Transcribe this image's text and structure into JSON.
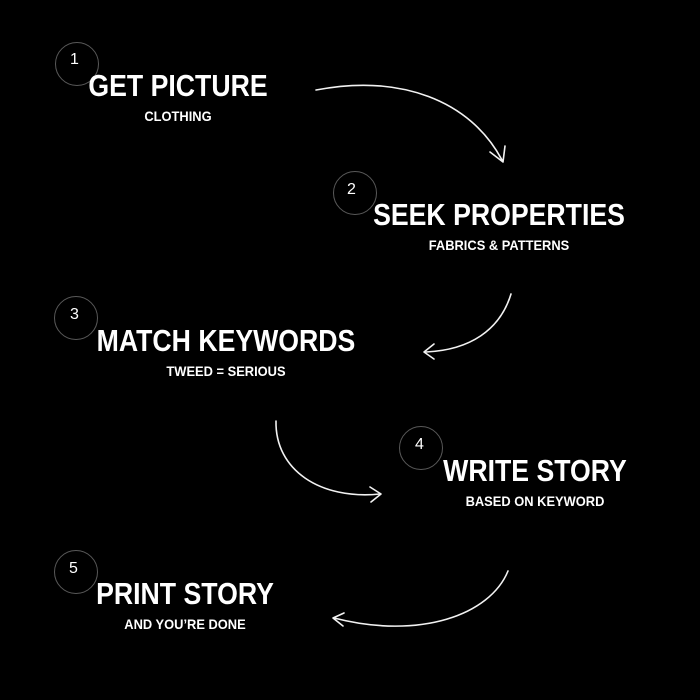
{
  "steps": [
    {
      "number": "1",
      "title": "GET PICTURE",
      "subtitle": "CLOTHING"
    },
    {
      "number": "2",
      "title": "SEEK PROPERTIES",
      "subtitle": "FABRICS & PATTERNS"
    },
    {
      "number": "3",
      "title": "MATCH KEYWORDS",
      "subtitle": "TWEED = SERIOUS"
    },
    {
      "number": "4",
      "title": "WRITE STORY",
      "subtitle": "BASED ON KEYWORD"
    },
    {
      "number": "5",
      "title": "PRINT STORY",
      "subtitle": "AND YOU’RE DONE"
    }
  ],
  "colors": {
    "background": "#000000",
    "text": "#ffffff",
    "arrow": "#f2f2f2"
  }
}
